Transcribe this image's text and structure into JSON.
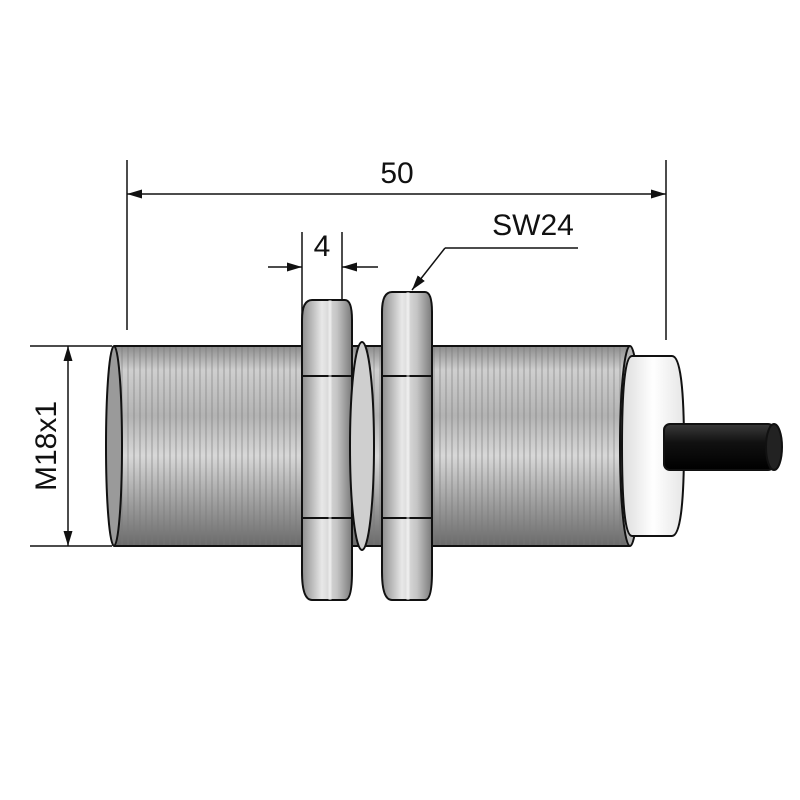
{
  "drawing": {
    "dimensions": {
      "overall_length": "50",
      "nut_thickness": "4",
      "wrench_size": "SW24",
      "thread": "M18x1"
    },
    "colors": {
      "line": "#111111",
      "metal_light": "#d9d9d9",
      "metal_mid": "#a8a8a8",
      "metal_dark": "#6e6e6e",
      "cap": "#f2f2f2",
      "cable": "#1a1a1a"
    }
  }
}
